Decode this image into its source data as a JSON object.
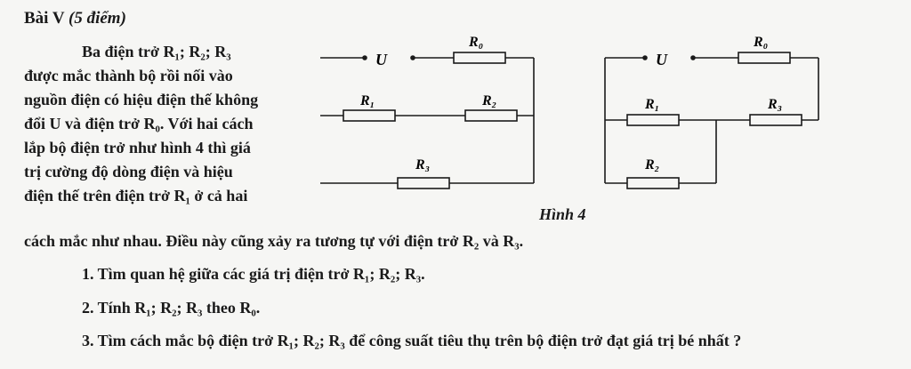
{
  "heading": {
    "title": "Bài V",
    "points": "(5 điểm)"
  },
  "intro": {
    "lines": [
      "Ba điện trở R₁; R₂; R₃",
      "được mắc thành bộ rồi nối vào",
      "nguồn điện có hiệu điện thế không",
      "đổi U và điện trở R₀. Với hai cách",
      "lắp bộ điện trở như hình 4 thì giá",
      "trị cường độ dòng điện và hiệu",
      "điện thế trên điện trở R₁ ở cả hai"
    ],
    "continuation": "cách mắc như nhau. Điều này cũng xảy ra tương tự với điện trở R₂ và R₃."
  },
  "questions": [
    "1. Tìm quan hệ giữa các giá trị điện trở R₁; R₂; R₃.",
    "2. Tính R₁; R₂; R₃ theo R₀.",
    "3. Tìm cách mắc bộ điện trở R₁; R₂; R₃ để công suất tiêu thụ trên bộ điện trở đạt giá trị bé nhất ?"
  ],
  "figure": {
    "caption": "Hình 4",
    "circuit1": {
      "source": "U",
      "r0": "R₀",
      "r1": "R₁",
      "r2": "R₂",
      "r3": "R₃"
    },
    "circuit2": {
      "source": "U",
      "r0": "R₀",
      "r1": "R₁",
      "r3": "R₃",
      "r2": "R₂"
    }
  }
}
